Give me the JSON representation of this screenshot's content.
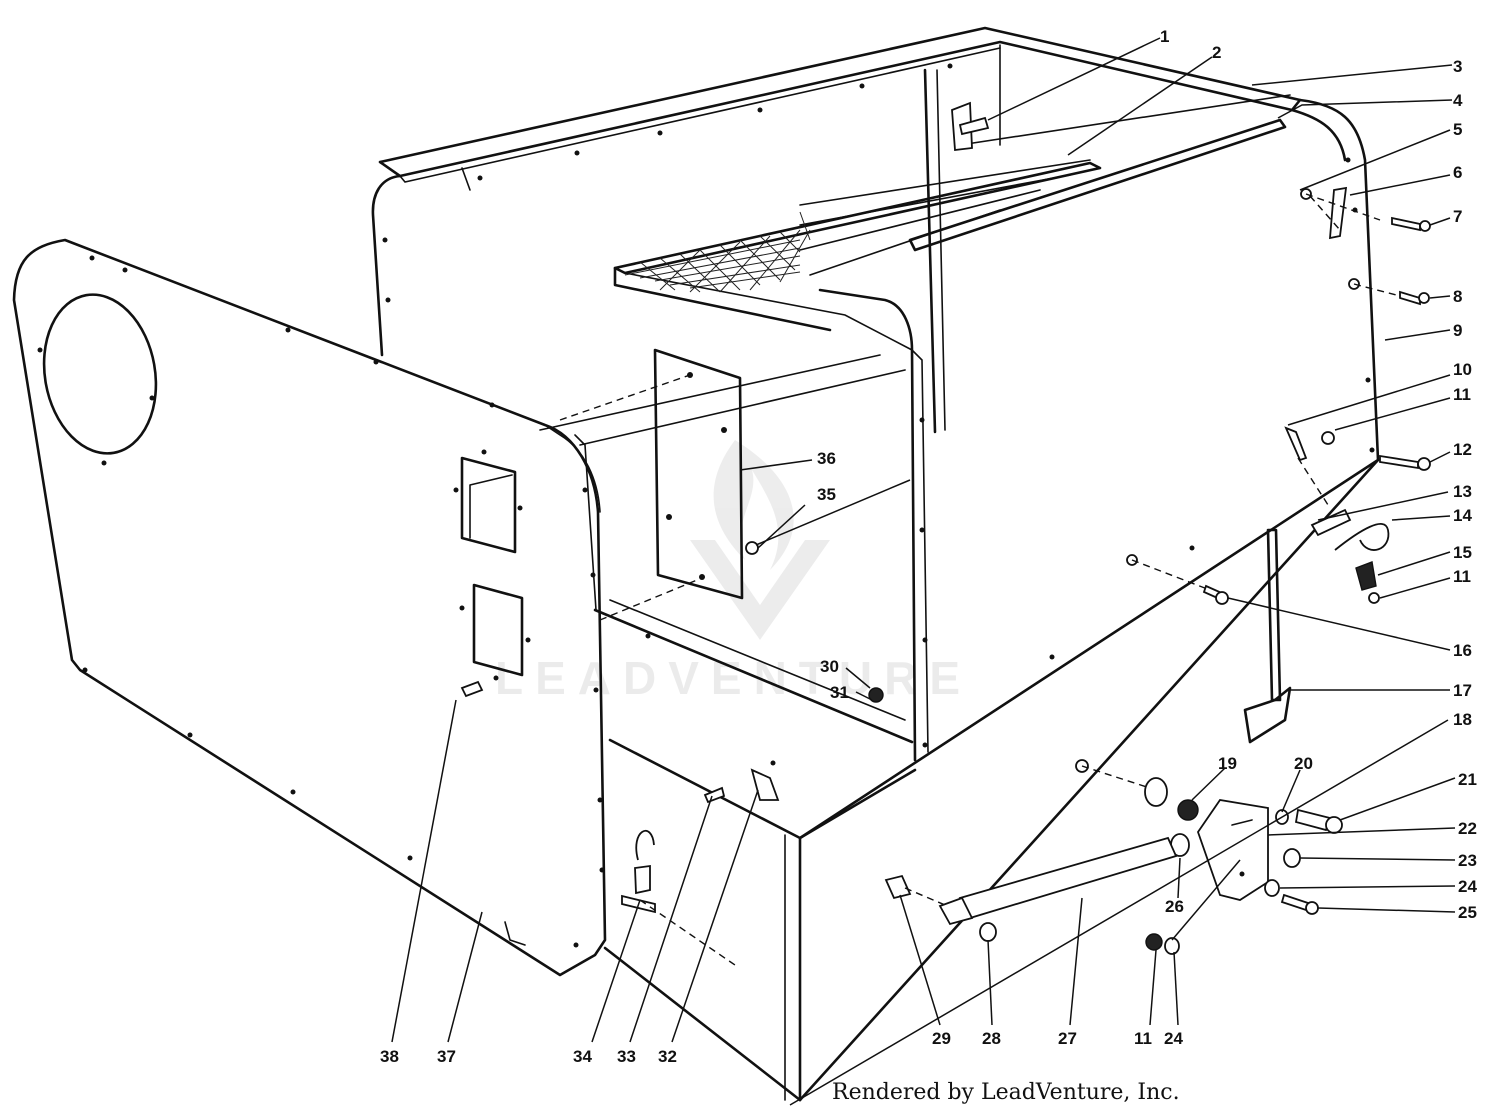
{
  "watermark": {
    "text": "LEADVENTURE"
  },
  "credit": "Rendered by LeadVenture, Inc.",
  "callouts": [
    {
      "id": "c1",
      "label": "1"
    },
    {
      "id": "c2",
      "label": "2"
    },
    {
      "id": "c3",
      "label": "3"
    },
    {
      "id": "c4",
      "label": "4"
    },
    {
      "id": "c5",
      "label": "5"
    },
    {
      "id": "c6",
      "label": "6"
    },
    {
      "id": "c7",
      "label": "7"
    },
    {
      "id": "c8",
      "label": "8"
    },
    {
      "id": "c9",
      "label": "9"
    },
    {
      "id": "c10",
      "label": "10"
    },
    {
      "id": "c11a",
      "label": "11"
    },
    {
      "id": "c12",
      "label": "12"
    },
    {
      "id": "c13",
      "label": "13"
    },
    {
      "id": "c14",
      "label": "14"
    },
    {
      "id": "c15",
      "label": "15"
    },
    {
      "id": "c11b",
      "label": "11"
    },
    {
      "id": "c16",
      "label": "16"
    },
    {
      "id": "c17",
      "label": "17"
    },
    {
      "id": "c18",
      "label": "18"
    },
    {
      "id": "c19",
      "label": "19"
    },
    {
      "id": "c20",
      "label": "20"
    },
    {
      "id": "c21",
      "label": "21"
    },
    {
      "id": "c22",
      "label": "22"
    },
    {
      "id": "c23",
      "label": "23"
    },
    {
      "id": "c24a",
      "label": "24"
    },
    {
      "id": "c25",
      "label": "25"
    },
    {
      "id": "c26",
      "label": "26"
    },
    {
      "id": "c27",
      "label": "27"
    },
    {
      "id": "c28",
      "label": "28"
    },
    {
      "id": "c29",
      "label": "29"
    },
    {
      "id": "c11c",
      "label": "11"
    },
    {
      "id": "c24b",
      "label": "24"
    },
    {
      "id": "c30",
      "label": "30"
    },
    {
      "id": "c31",
      "label": "31"
    },
    {
      "id": "c32",
      "label": "32"
    },
    {
      "id": "c33",
      "label": "33"
    },
    {
      "id": "c34",
      "label": "34"
    },
    {
      "id": "c35",
      "label": "35"
    },
    {
      "id": "c36",
      "label": "36"
    },
    {
      "id": "c37",
      "label": "37"
    },
    {
      "id": "c38",
      "label": "38"
    }
  ]
}
